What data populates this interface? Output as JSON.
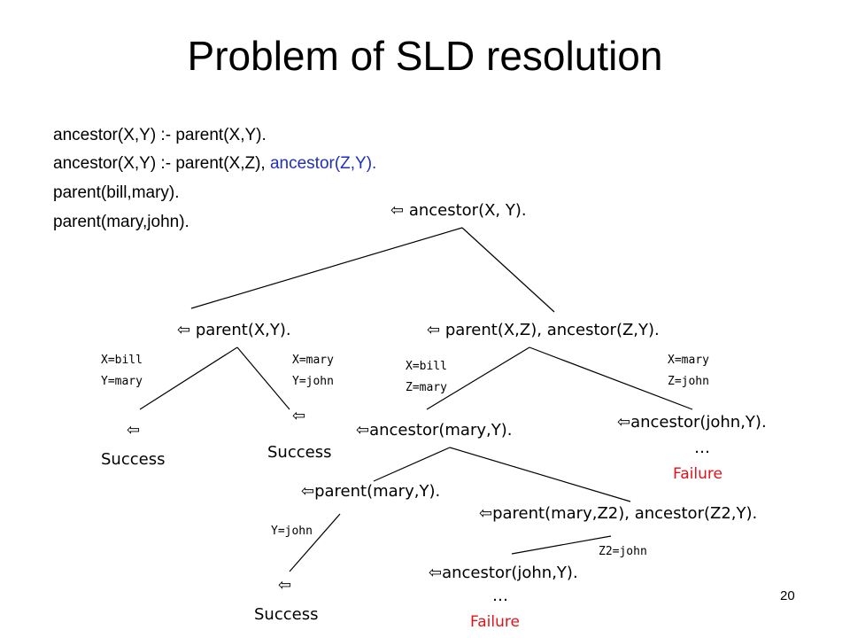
{
  "title": "Problem of SLD resolution",
  "program": {
    "line1": "ancestor(X,Y) :- parent(X,Y).",
    "line2_a": "ancestor(X,Y) :- parent(X,Z), ",
    "line2_b": "ancestor(Z,Y).",
    "line3": "parent(bill,mary).",
    "line4": "parent(mary,john)."
  },
  "arrow": "⇦",
  "nodes": {
    "root": " ancestor(X, Y).",
    "left": " parent(X,Y).",
    "right": " parent(X,Z), ancestor(Z,Y).",
    "success1": "",
    "success2": "",
    "anc_mary": "ancestor(mary,Y).",
    "anc_john_top": "ancestor(john,Y).",
    "parent_mary": "parent(mary,Y).",
    "parent_mary_z2": "parent(mary,Z2), ancestor(Z2,Y).",
    "success3": "",
    "anc_john_bottom": "ancestor(john,Y)."
  },
  "labels": {
    "success": "Success",
    "failure": "Failure",
    "ellipsis": "…"
  },
  "substitutions": {
    "s1a": "X=bill",
    "s1b": "Y=mary",
    "s2a": "X=mary",
    "s2b": "Y=john",
    "s3a": "X=bill",
    "s3b": "Z=mary",
    "s4a": "X=mary",
    "s4b": "Z=john",
    "s5": "Y=john",
    "s6": "Z2=john"
  },
  "page_number": "20",
  "colors": {
    "goal_highlight": "#1f2fbe",
    "failure": "#e0131a"
  }
}
